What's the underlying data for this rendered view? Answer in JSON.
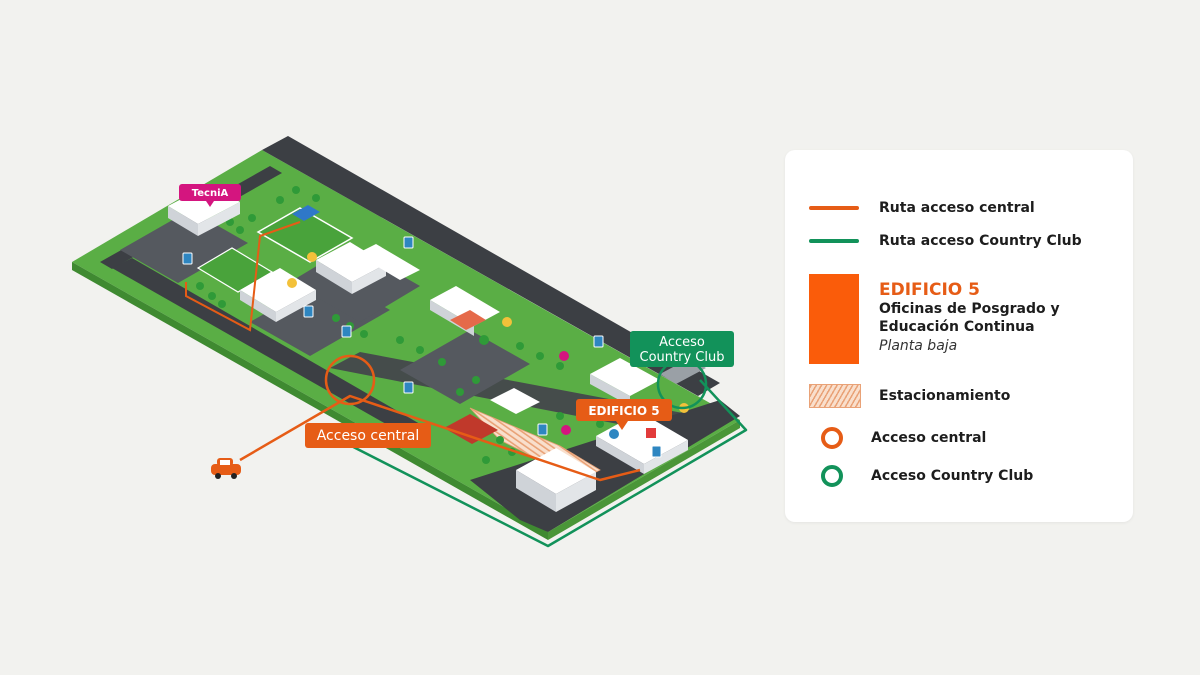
{
  "map": {
    "labels": {
      "tecnia": "TecniA",
      "acceso_central": "Acceso central",
      "acceso_country": [
        "Acceso",
        "Country Club"
      ],
      "edificio5": "EDIFICIO 5"
    },
    "icons": [
      "car-icon",
      "parking-icon",
      "location-pin-icon",
      "tree-icon",
      "building-icon"
    ]
  },
  "legend": {
    "ruta_central": "Ruta acceso central",
    "ruta_country": "Ruta acceso Country Club",
    "edificio_title": "EDIFICIO 5",
    "edificio_line1": "Oficinas de Posgrado y",
    "edificio_line2": "Educación Continua",
    "edificio_note": "Planta baja",
    "estacionamiento": "Estacionamiento",
    "acceso_central": "Acceso central",
    "acceso_country": "Acceso Country Club"
  },
  "colors": {
    "orange": "#e65c16",
    "green": "#12925a",
    "magenta": "#d4157f",
    "background": "#f2f2ef",
    "grass": "#6cc559",
    "road": "#3c3f44"
  }
}
